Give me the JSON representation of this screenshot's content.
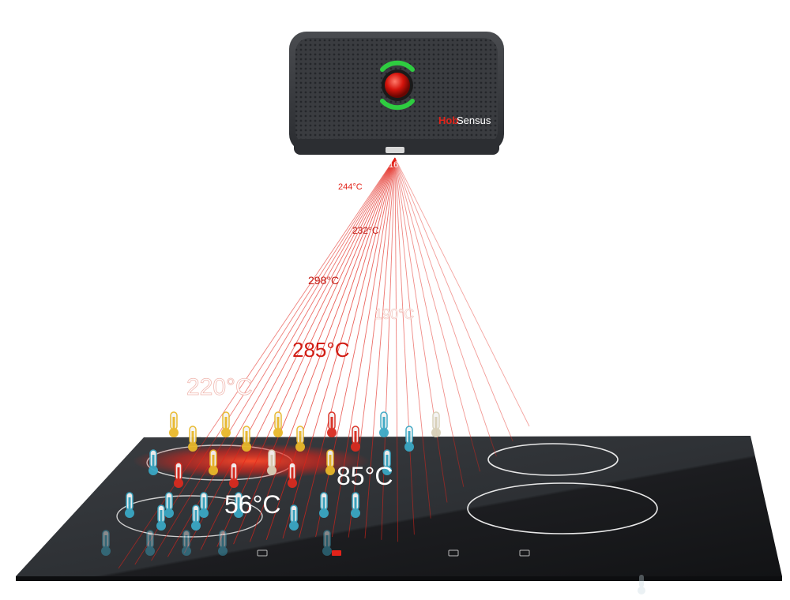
{
  "device": {
    "brand_part1": "Hob",
    "brand_part2": "Sensus",
    "sensor_reading": "167°C",
    "indicator_color": "#e2231a",
    "ring_color": "#2ecc40"
  },
  "beam_labels": [
    {
      "id": "beam-temp-1",
      "text": "244°C"
    },
    {
      "id": "beam-temp-2",
      "text": "232°C"
    },
    {
      "id": "beam-temp-3",
      "text": "298°C"
    },
    {
      "id": "beam-temp-4",
      "text": "190°C"
    },
    {
      "id": "beam-temp-5",
      "text": "285°C"
    },
    {
      "id": "beam-temp-6",
      "text": "220°C"
    }
  ],
  "hob_labels": [
    {
      "id": "hob-temp-85",
      "text": "85°C"
    },
    {
      "id": "hob-temp-56",
      "text": "56°C"
    }
  ],
  "colors": {
    "beam": "#e2231a",
    "hot": "#d92b1f",
    "warm": "#e8b82a",
    "cool": "#3aa7c4",
    "hob_glass": "#2b2d30"
  }
}
